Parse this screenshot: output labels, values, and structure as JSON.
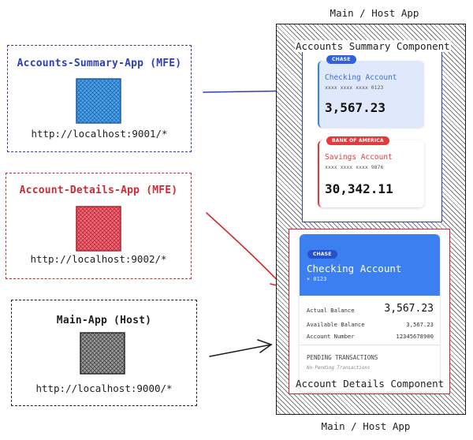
{
  "colors": {
    "blue": "#2f3fb5",
    "red": "#cf2b36",
    "dark": "#1e1e1e",
    "chase_badge": "#2f63d8",
    "boa_badge": "#e23b3b",
    "details_header": "#3c7ff0"
  },
  "apps": {
    "summary": {
      "title": "Accounts-Summary-App (MFE)",
      "url": "http://localhost:9001/*"
    },
    "details": {
      "title": "Account-Details-App (MFE)",
      "url": "http://localhost:9002/*"
    },
    "host": {
      "title": "Main-App (Host)",
      "url": "http://localhost:9000/*"
    }
  },
  "host_frame": {
    "top_caption": "Main / Host App",
    "bottom_caption": "Main / Host App"
  },
  "summary_component": {
    "label": "Accounts Summary Component",
    "cards": [
      {
        "bank": "CHASE",
        "name": "Checking Account",
        "mask": "xxxx xxxx xxxx 0123",
        "balance": "3,567.23"
      },
      {
        "bank": "BANK OF AMERICA",
        "name": "Savings Account",
        "mask": "xxxx xxxx xxxx 9876",
        "balance": "30,342.11"
      }
    ]
  },
  "details_component": {
    "label": "Account Details Component",
    "bank": "CHASE",
    "account_name": "Checking Account",
    "account_mask": "× 0123",
    "actual_balance_label": "Actual Balance",
    "actual_balance": "3,567.23",
    "available_balance_label": "Available Balance",
    "available_balance": "3,567.23",
    "account_number_label": "Account Number",
    "account_number": "12345678900",
    "pending_header": "PENDING TRANSACTIONS",
    "pending_empty": "No Pending Transactions"
  }
}
